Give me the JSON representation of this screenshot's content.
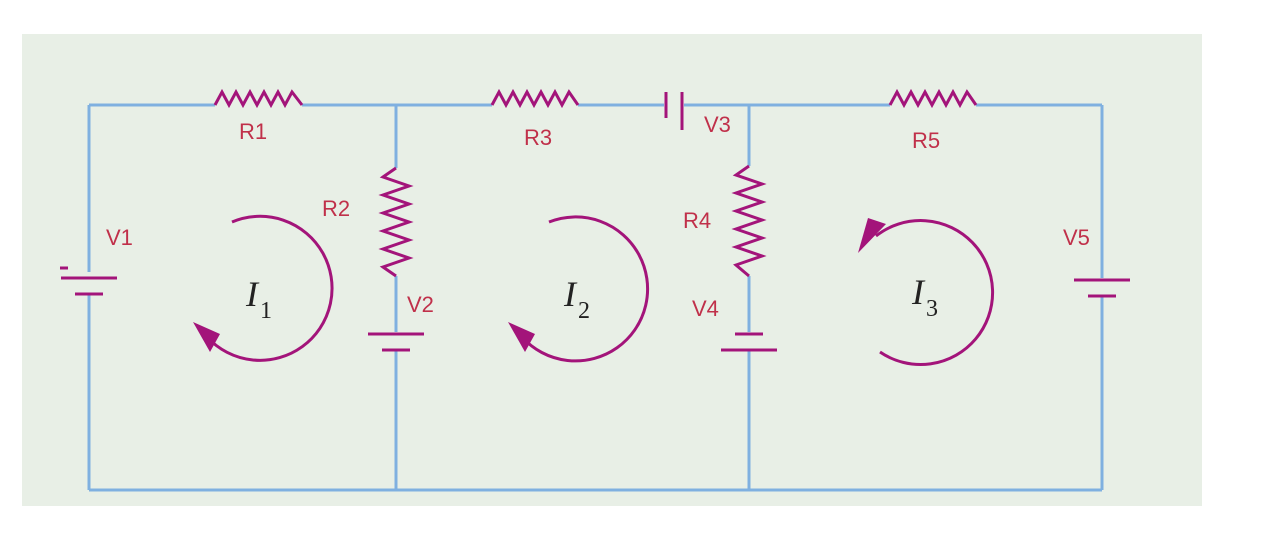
{
  "colors": {
    "background_panel": "#e8efe6",
    "wire": "#7fb0e0",
    "component": "#a3147a",
    "label": "#c0304a",
    "current_text": "#222222"
  },
  "labels": {
    "r1": "R1",
    "r2": "R2",
    "r3": "R3",
    "r4": "R4",
    "r5": "R5",
    "v1": "V1",
    "v2": "V2",
    "v3": "V3",
    "v4": "V4",
    "v5": "V5"
  },
  "currents": {
    "i1": {
      "symbol": "I",
      "subscript": "1",
      "direction": "clockwise"
    },
    "i2": {
      "symbol": "I",
      "subscript": "2",
      "direction": "clockwise"
    },
    "i3": {
      "symbol": "I",
      "subscript": "3",
      "direction": "counter-clockwise"
    }
  },
  "components": {
    "resistor_icon": "zigzag-resistor",
    "battery_icon": "battery-cell",
    "capacitor_icon": "capacitor-plates",
    "loop_arrow_icon": "curved-arrow"
  }
}
